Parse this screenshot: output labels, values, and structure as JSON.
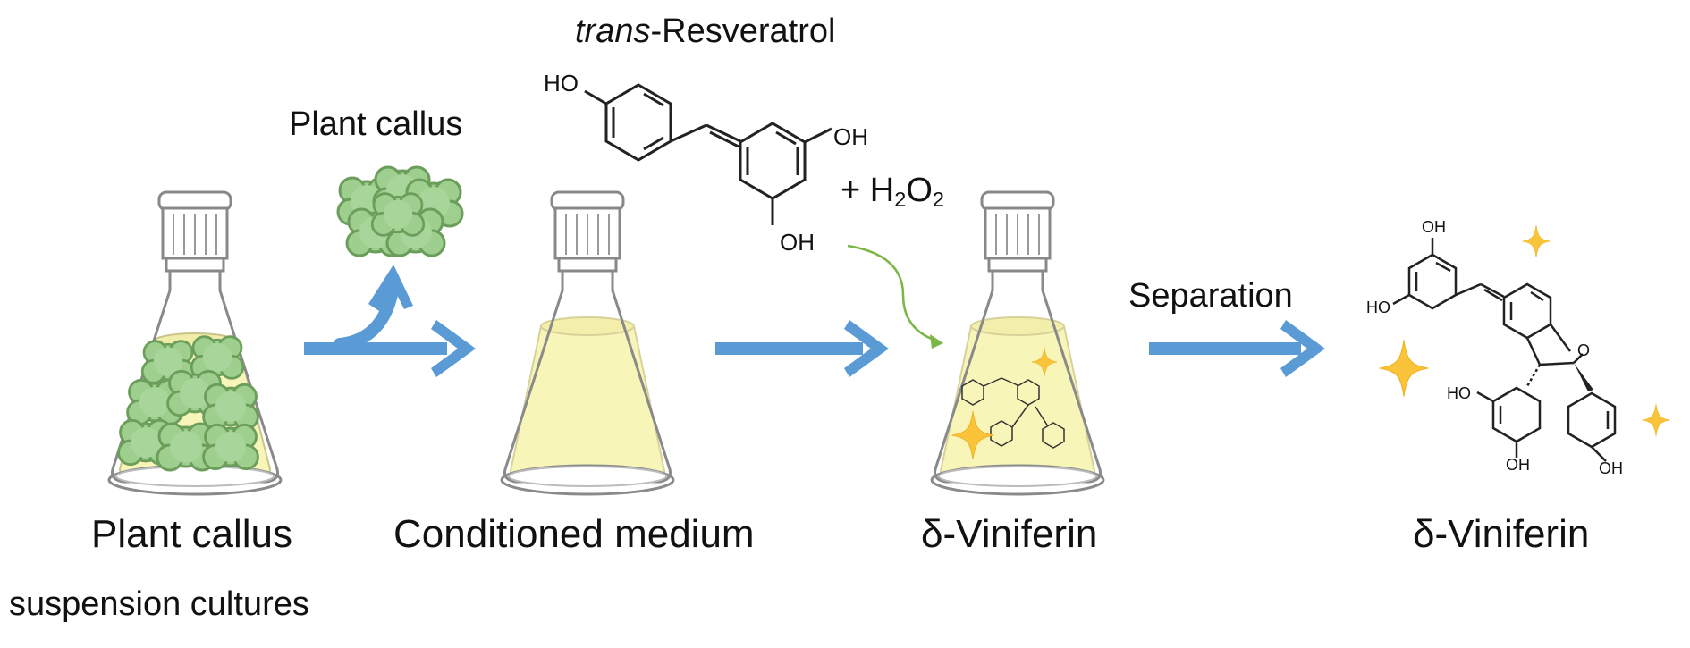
{
  "labels": {
    "trans_prefix": "trans",
    "trans_suffix": "-Resveratrol",
    "plant_callus_top": "Plant callus",
    "oxidant_plus": "+ H",
    "oxidant_h_sub": "2",
    "oxidant_o": "O",
    "oxidant_o_sub": "2",
    "separation": "Separation",
    "flask1_line1": "Plant callus",
    "flask1_line2": "suspension cultures",
    "flask2": "Conditioned medium",
    "flask3": "δ-Viniferin",
    "product": "δ-Viniferin"
  },
  "chem_labels": {
    "resv_ho": "HO",
    "resv_oh_right": "OH",
    "resv_oh_bottom": "OH",
    "vin_oh_top": "OH",
    "vin_ho_left": "HO",
    "vin_o_ring": "O",
    "vin_ho_mid": "HO",
    "vin_oh_low": "OH",
    "vin_oh_right": "OH"
  },
  "colors": {
    "arrow_blue": "#5b9bd5",
    "green_arrow": "#7ab648",
    "callus_fill": "#9fcf8f",
    "callus_stroke": "#6a9e5a",
    "medium_yellow": "#f8f5b8",
    "sparkle": "#f9c43a",
    "flask_line": "#8a8a8a"
  },
  "icons": [
    "flask-icon",
    "callus-icon",
    "sparkle-icon",
    "arrow-icon"
  ]
}
